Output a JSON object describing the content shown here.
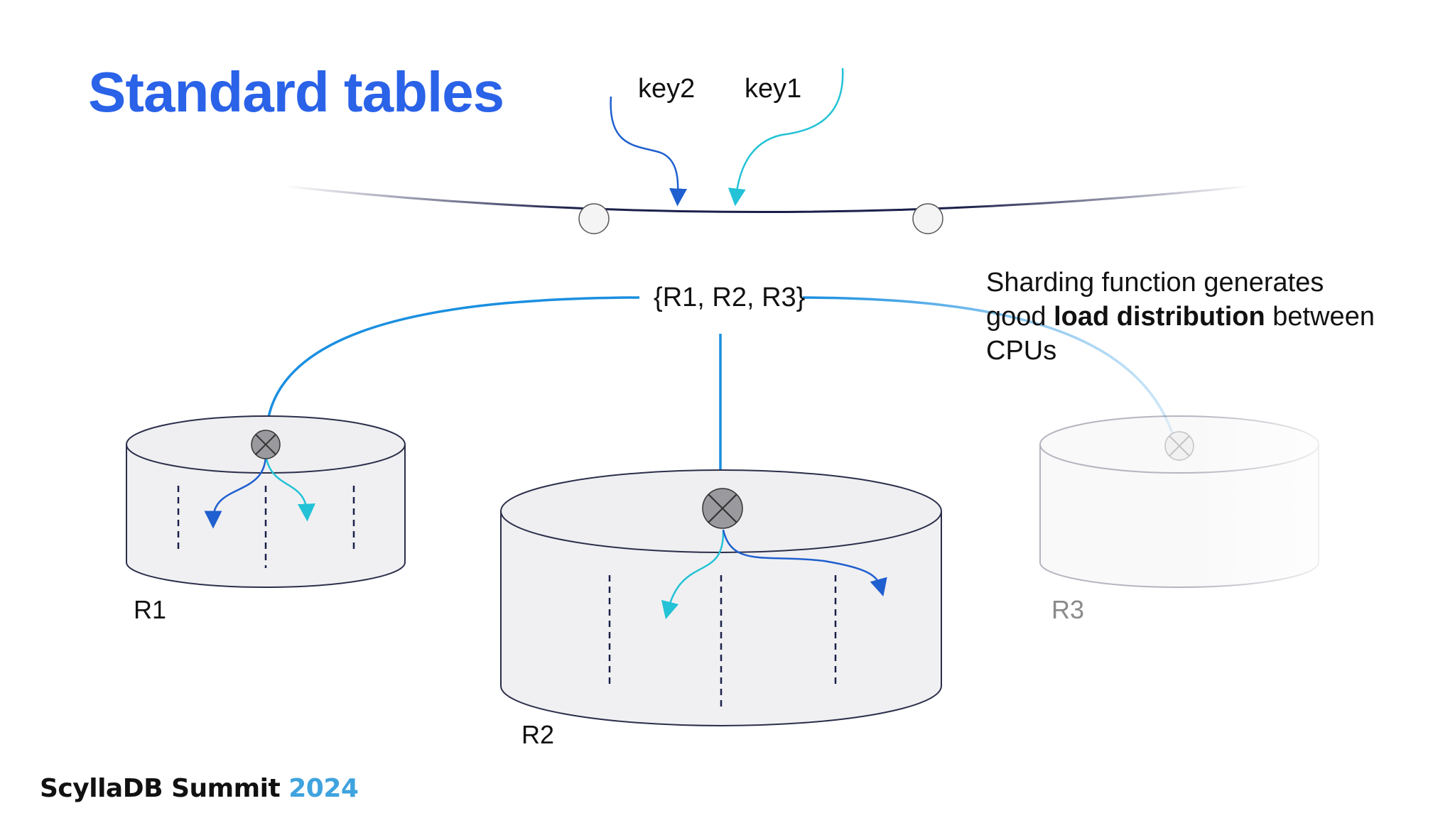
{
  "slide": {
    "title": "Standard tables"
  },
  "keys": {
    "key2": "key2",
    "key1": "key1"
  },
  "replica_set": "{R1, R2, R3}",
  "caption": {
    "prefix": "Sharding function generates good ",
    "bold": "load distribution",
    "suffix": " between CPUs"
  },
  "replicas": [
    {
      "label": "R1"
    },
    {
      "label": "R2"
    },
    {
      "label": "R3"
    }
  ],
  "footer": {
    "brand": "ScyllaDB Summit ",
    "year": "2024"
  },
  "colors": {
    "title": "#2a62e8",
    "key2_arrow": "#1f5fcf",
    "key1_arrow": "#23c2d6",
    "replica_line": "#1a8fe0",
    "ring": "#1b1f4a",
    "faded_label": "#8a8a8a"
  }
}
